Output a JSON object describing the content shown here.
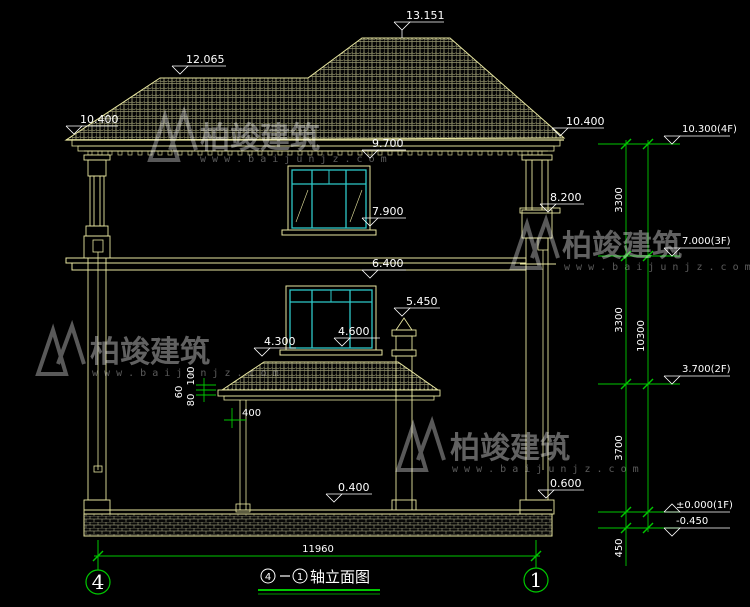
{
  "elevations": {
    "ridge": "13.151",
    "left_hip": "12.065",
    "left_eave": "10.400",
    "right_eave": "10.400",
    "window_top": "9.700",
    "balcony_rail": "8.200",
    "window_sill_upper": "7.900",
    "floor_band": "6.400",
    "post_cap": "5.450",
    "window_sill_lower": "4.600",
    "porch_eave": "4.300",
    "porch_floor": "0.400",
    "step_level": "0.600"
  },
  "level_marks": {
    "l4": "10.300(4F)",
    "l3": "7.000(3F)",
    "l2": "3.700(2F)",
    "l1": "±0.000(1F)",
    "ground": "-0.450"
  },
  "dimensions": {
    "d_upper": "3300",
    "d_mid": "3300",
    "d_lower": "3700",
    "d_total": "10300",
    "d_base": "450",
    "width": "11960",
    "detail_a": "60",
    "detail_b": "80",
    "detail_c": "100",
    "detail_d": "400"
  },
  "axes": {
    "left": "4",
    "right": "1"
  },
  "title": {
    "a": "4",
    "b": "1",
    "suffix": "轴立面图"
  },
  "watermark": {
    "brand": "柏竣建筑",
    "url": "w w w . b a i j u n j z . c o m"
  },
  "colors": {
    "outline": "#e8e6a0",
    "roof": "#c8c890",
    "dim": "#00c800",
    "window": "#2ec8c8",
    "text": "#ffffff"
  }
}
